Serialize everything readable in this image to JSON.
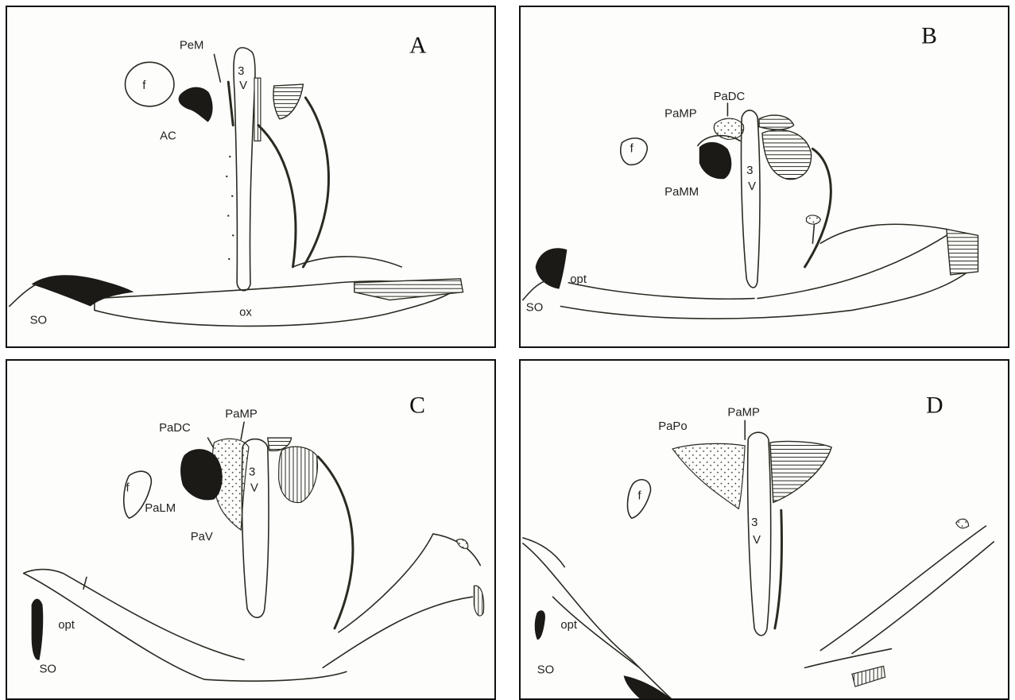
{
  "panels": {
    "a": {
      "letter": "A",
      "labels": {
        "pem": "PeM",
        "ac": "AC",
        "f": "f",
        "v3a": "3",
        "v3b": "V",
        "so": "SO",
        "ox": "ox"
      }
    },
    "b": {
      "letter": "B",
      "labels": {
        "padc": "PaDC",
        "pamp": "PaMP",
        "pamm": "PaMM",
        "f": "f",
        "v3a": "3",
        "v3b": "V",
        "opt": "opt",
        "so": "SO"
      }
    },
    "c": {
      "letter": "C",
      "labels": {
        "padc": "PaDC",
        "pamp": "PaMP",
        "palm": "PaLM",
        "pav": "PaV",
        "f": "f",
        "v3a": "3",
        "v3b": "V",
        "opt": "opt",
        "so": "SO"
      }
    },
    "d": {
      "letter": "D",
      "labels": {
        "papo": "PaPo",
        "pamp": "PaMP",
        "f": "f",
        "v3a": "3",
        "v3b": "V",
        "opt": "opt",
        "so": "SO"
      }
    }
  }
}
